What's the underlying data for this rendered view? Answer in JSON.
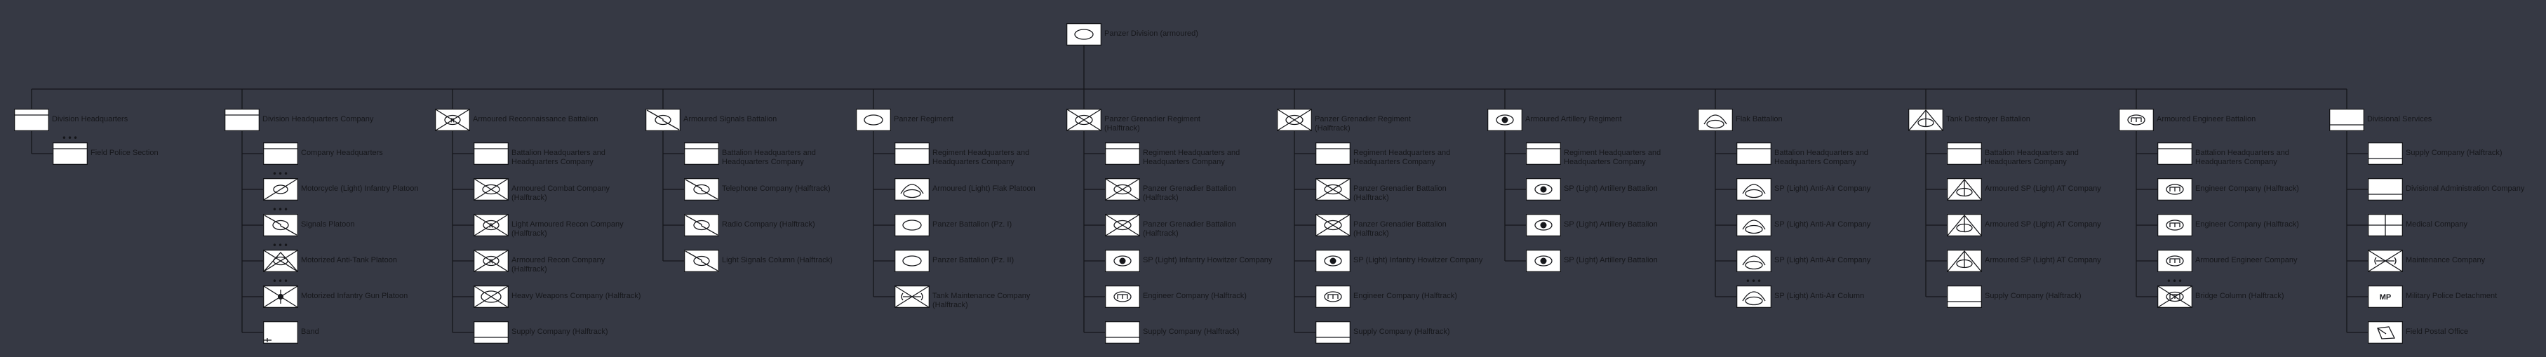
{
  "root": {
    "label": "Panzer Division (armoured)",
    "icon": "armour-icon"
  },
  "columns": [
    {
      "head": {
        "label": "Division Headquarters",
        "icon": "hq-icon"
      },
      "children": [
        {
          "label": "Field Police Section",
          "icon": "hq-icon",
          "size": "•••"
        }
      ]
    },
    {
      "head": {
        "label": "Division Headquarters Company",
        "icon": "hq-icon"
      },
      "children": [
        {
          "label": "Company Headquarters",
          "icon": "hq-icon"
        },
        {
          "label": "Motorcycle (Light) Infantry Platoon",
          "icon": "recon-icon",
          "size": "•••"
        },
        {
          "label": "Signals Platoon",
          "icon": "signals-icon",
          "size": "•••"
        },
        {
          "label": "Motorized Anti-Tank Platoon",
          "icon": "antitank-icon",
          "size": "•••"
        },
        {
          "label": "Motorized Infantry Gun Platoon",
          "icon": "infantry-gun-icon",
          "size": "•••"
        },
        {
          "label": "Band",
          "icon": "band-icon"
        }
      ]
    },
    {
      "head": {
        "label": "Armoured Reconnaissance Battalion",
        "icon": "armoured-recon-icon"
      },
      "children": [
        {
          "label": "Battalion Headquarters and Headquarters Company",
          "icon": "hq-icon"
        },
        {
          "label": "Armoured Combat Company (Halftrack)",
          "icon": "mech-infantry-icon"
        },
        {
          "label": "Light Armoured Recon Company (Halftrack)",
          "icon": "armoured-recon-icon"
        },
        {
          "label": "Armoured Recon Company (Halftrack)",
          "icon": "armoured-recon-icon"
        },
        {
          "label": "Heavy Weapons Company (Halftrack)",
          "icon": "heavy-weapons-icon"
        },
        {
          "label": "Supply Company (Halftrack)",
          "icon": "supply-icon"
        }
      ]
    },
    {
      "head": {
        "label": "Armoured Signals Battalion",
        "icon": "signals-icon"
      },
      "children": [
        {
          "label": "Battalion Headquarters and Headquarters Company",
          "icon": "hq-icon"
        },
        {
          "label": "Telephone Company (Halftrack)",
          "icon": "signals-icon"
        },
        {
          "label": "Radio Company (Halftrack)",
          "icon": "signals-icon"
        },
        {
          "label": "Light Signals Column (Halftrack)",
          "icon": "signals-icon"
        }
      ]
    },
    {
      "head": {
        "label": "Panzer Regiment",
        "icon": "armour-icon"
      },
      "children": [
        {
          "label": "Regiment Headquarters and Headquarters Company",
          "icon": "hq-icon"
        },
        {
          "label": "Armoured (Light) Flak Platoon",
          "icon": "flak-icon"
        },
        {
          "label": "Panzer Battalion (Pz. I)",
          "icon": "armour-icon"
        },
        {
          "label": "Panzer Battalion (Pz. II)",
          "icon": "armour-icon"
        },
        {
          "label": "Tank Maintenance Company (Halftrack)",
          "icon": "maintenance-icon"
        }
      ]
    },
    {
      "head": {
        "label": "Panzer Grenadier Regiment (Halftrack)",
        "icon": "mech-infantry-icon"
      },
      "children": [
        {
          "label": "Regiment Headquarters and Headquarters Company",
          "icon": "hq-icon"
        },
        {
          "label": "Panzer Grenadier Battalion (Halftrack)",
          "icon": "mech-infantry-icon"
        },
        {
          "label": "Panzer Grenadier Battalion (Halftrack)",
          "icon": "mech-infantry-icon"
        },
        {
          "label": "SP (Light) Infantry Howitzer Company",
          "icon": "sp-artillery-icon"
        },
        {
          "label": "Engineer Company (Halftrack)",
          "icon": "engineer-icon"
        },
        {
          "label": "Supply Company (Halftrack)",
          "icon": "supply-icon"
        }
      ]
    },
    {
      "head": {
        "label": "Panzer Grenadier Regiment (Halftrack)",
        "icon": "mech-infantry-icon"
      },
      "children": [
        {
          "label": "Regiment Headquarters and Headquarters Company",
          "icon": "hq-icon"
        },
        {
          "label": "Panzer Grenadier Battalion (Halftrack)",
          "icon": "mech-infantry-icon"
        },
        {
          "label": "Panzer Grenadier Battalion (Halftrack)",
          "icon": "mech-infantry-icon"
        },
        {
          "label": "SP (Light) Infantry Howitzer Company",
          "icon": "sp-artillery-icon"
        },
        {
          "label": "Engineer Company (Halftrack)",
          "icon": "engineer-icon"
        },
        {
          "label": "Supply Company (Halftrack)",
          "icon": "supply-icon"
        }
      ]
    },
    {
      "head": {
        "label": "Armoured Artillery Regiment",
        "icon": "sp-artillery-icon"
      },
      "children": [
        {
          "label": "Regiment Headquarters and Headquarters Company",
          "icon": "hq-icon"
        },
        {
          "label": "SP (Light) Artillery Battalion",
          "icon": "sp-artillery-icon"
        },
        {
          "label": "SP (Light) Artillery Battalion",
          "icon": "sp-artillery-icon"
        },
        {
          "label": "SP (Light) Artillery Battalion",
          "icon": "sp-artillery-icon"
        }
      ]
    },
    {
      "head": {
        "label": "Flak Battalion",
        "icon": "flak-icon"
      },
      "children": [
        {
          "label": "Battalion Headquarters and Headquarters Company",
          "icon": "hq-icon"
        },
        {
          "label": "SP (Light) Anti-Air Company",
          "icon": "flak-icon"
        },
        {
          "label": "SP (Light) Anti-Air Company",
          "icon": "flak-icon"
        },
        {
          "label": "SP (Light) Anti-Air Company",
          "icon": "flak-icon"
        },
        {
          "label": "SP (Light) Anti-Air Column",
          "icon": "flak-icon",
          "size": "•••"
        }
      ]
    },
    {
      "head": {
        "label": "Tank Destroyer Battalion",
        "icon": "tank-destroyer-icon"
      },
      "children": [
        {
          "label": "Battalion Headquarters and Headquarters Company",
          "icon": "hq-icon"
        },
        {
          "label": "Armoured SP (Light) AT Company",
          "icon": "tank-destroyer-icon"
        },
        {
          "label": "Armoured SP (Light) AT Company",
          "icon": "tank-destroyer-icon"
        },
        {
          "label": "Armoured SP (Light) AT Company",
          "icon": "tank-destroyer-icon"
        },
        {
          "label": "Supply Company (Halftrack)",
          "icon": "supply-icon"
        }
      ]
    },
    {
      "head": {
        "label": "Armoured Engineer Battalion",
        "icon": "engineer-icon"
      },
      "children": [
        {
          "label": "Battalion Headquarters and Headquarters Company",
          "icon": "hq-icon"
        },
        {
          "label": "Engineer Company (Halftrack)",
          "icon": "engineer-icon"
        },
        {
          "label": "Engineer Company (Halftrack)",
          "icon": "engineer-icon"
        },
        {
          "label": "Armoured Engineer Company",
          "icon": "engineer-icon"
        },
        {
          "label": "Bridge Column (Halftrack)",
          "icon": "bridging-icon",
          "size": "•••"
        }
      ]
    },
    {
      "head": {
        "label": "Divisional Services",
        "icon": "supply-icon"
      },
      "children": [
        {
          "label": "Supply Company (Halftrack)",
          "icon": "supply-icon"
        },
        {
          "label": "Divisional Administration Company",
          "icon": "supply-icon"
        },
        {
          "label": "Medical Company",
          "icon": "medical-icon"
        },
        {
          "label": "Maintenance Company",
          "icon": "maintenance-icon"
        },
        {
          "label": "Military Police Detachment",
          "icon": "mp-icon",
          "text": "MP"
        },
        {
          "label": "Field Postal Office",
          "icon": "postal-icon"
        }
      ]
    }
  ],
  "colors": {
    "background": "#363944",
    "line": "#15161a",
    "symbol_fill": "#ffffff",
    "label_text": "#16171b"
  }
}
